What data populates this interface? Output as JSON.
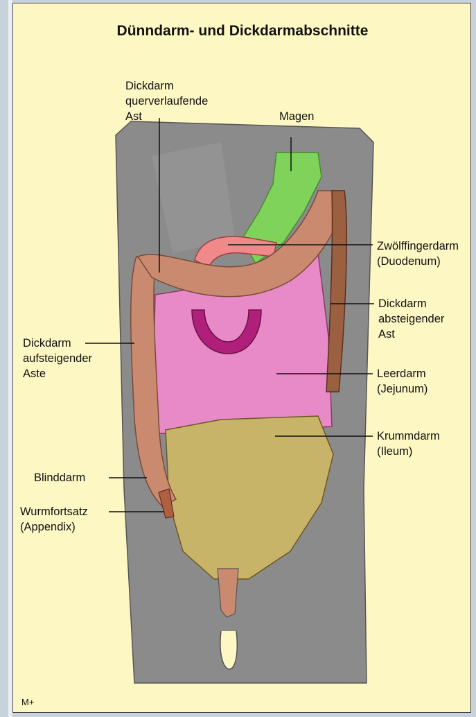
{
  "title": "Dünndarm- und Dickdarmabschnitte",
  "labels": {
    "transverse_colon": [
      "Dickdarm",
      "querverlaufende",
      "Ast"
    ],
    "stomach": [
      "Magen"
    ],
    "duodenum": [
      "Zwölffingerdarm",
      "(Duodenum)"
    ],
    "descending_colon": [
      "Dickdarm",
      "absteigender",
      "Ast"
    ],
    "ascending_colon": [
      "Dickdarm",
      "aufsteigender",
      "Aste"
    ],
    "jejunum": [
      "Leerdarm",
      "(Jejunum)"
    ],
    "ileum": [
      "Krummdarm",
      "(Ileum)"
    ],
    "cecum": [
      "Blinddarm"
    ],
    "appendix": [
      "Wurmfortsatz",
      "(Appendix)"
    ]
  },
  "watermark": "M+",
  "colors": {
    "background": "#fdf7c4",
    "body": "#8a8a8a",
    "colon": "#c98a70",
    "stomach": "#7fd35a",
    "duodenum": "#f08a8a",
    "jejunum": "#e98ac8",
    "ileum": "#c8b468",
    "pancreas_ring": "#b0207a",
    "descending": "#9a6040"
  }
}
